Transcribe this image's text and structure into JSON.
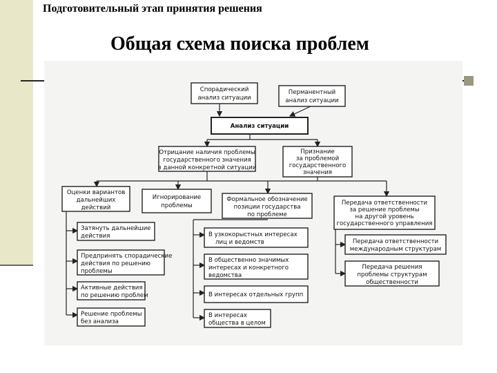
{
  "slide": {
    "header": "Подготовительный этап принятия решения",
    "title": "Общая схема поиска проблем"
  },
  "diagram": {
    "sporadic": [
      "Спорадический",
      "анализ ситуации"
    ],
    "permanent": [
      "Перманентный",
      "анализ ситуации"
    ],
    "analysis": [
      "Анализ ситуации"
    ],
    "denial": [
      "Отрицание наличия проблемы",
      "государственного значения",
      "в данной конкретной ситуации"
    ],
    "recognition": [
      "Признание",
      "за проблемой",
      "государственного",
      "значения"
    ],
    "options": [
      "Оценки вариантов",
      "дальнейших",
      "действий"
    ],
    "ignoring": [
      "Игнорирование",
      "проблемы"
    ],
    "formal": [
      "Формальное обозначение",
      "позиции государства",
      "по проблеме"
    ],
    "transfer": [
      "Передача ответственности",
      "за решение проблемы",
      "на другой уровень",
      "государственного управления"
    ],
    "delay": [
      "Затянуть дальнейшие",
      "действия"
    ],
    "sporadic_actions": [
      "Предпринять спорадические",
      "действия по решению",
      "проблемы"
    ],
    "active": [
      "Активные действия",
      "по решению проблем"
    ],
    "no_analysis": [
      "Решение проблемы",
      "без анализа"
    ],
    "narrow": [
      "В узкокорыстных интересах",
      "лиц и ведомств"
    ],
    "public": [
      "В общественно значимых",
      "интересах и конкретного",
      "ведомства"
    ],
    "groups": [
      "В интересах отдельных групп"
    ],
    "society": [
      "В интересах",
      "общества в целом"
    ],
    "international": [
      "Передача ответственности",
      "международным структурам"
    ],
    "structures": [
      "Передача решения",
      "проблемы структурам",
      "общественности"
    ]
  }
}
